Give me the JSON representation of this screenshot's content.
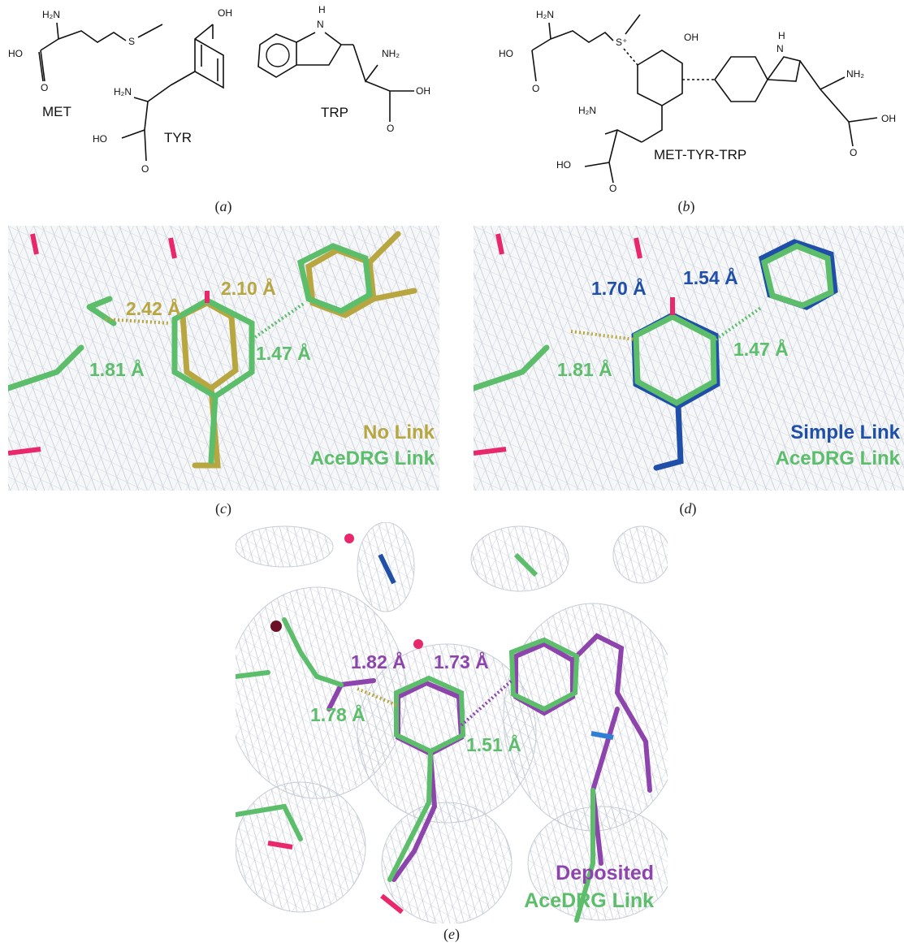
{
  "panel_a": {
    "caption_letter": "a",
    "molecules": {
      "met": "MET",
      "tyr": "TYR",
      "trp": "TRP"
    },
    "atoms": {
      "h2n": "H₂N",
      "nh2": "NH₂",
      "ho": "HO",
      "oh": "OH",
      "o": "O",
      "s": "S",
      "h": "H",
      "n": "N"
    }
  },
  "panel_b": {
    "caption_letter": "b",
    "molecule": "MET-TYR-TRP",
    "atoms": {
      "splus": "S⁺"
    }
  },
  "panel_c": {
    "caption_letter": "c",
    "distances": {
      "d1": "2.42 Å",
      "d2": "2.10 Å",
      "d3": "1.47 Å",
      "d4": "1.81 Å"
    },
    "legend": {
      "line1": "No Link",
      "line2": "AceDRG Link"
    }
  },
  "panel_d": {
    "caption_letter": "d",
    "distances": {
      "d1": "1.70 Å",
      "d2": "1.54 Å",
      "d3": "1.47 Å",
      "d4": "1.81 Å"
    },
    "legend": {
      "line1": "Simple Link",
      "line2": "AceDRG Link"
    }
  },
  "panel_e": {
    "caption_letter": "e",
    "distances": {
      "d1": "1.82 Å",
      "d2": "1.73 Å",
      "d3": "1.78 Å",
      "d4": "1.51 Å"
    },
    "legend": {
      "line1": "Deposited",
      "line2": "AceDRG Link"
    }
  },
  "colors": {
    "acedrg_green": "#5cbd6a",
    "nolink_olive": "#b8a640",
    "simple_blue": "#1f4fa8",
    "deposited_purple": "#8e44ad",
    "mesh": "#c6ccd6",
    "oxygen": "#e8286a",
    "nitrogen": "#2f7fd6"
  }
}
